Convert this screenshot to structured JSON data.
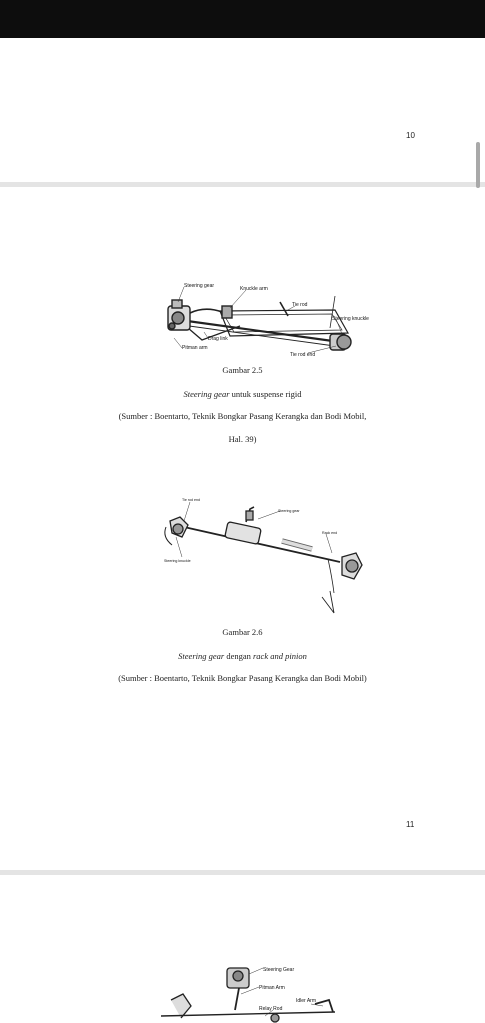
{
  "page1": {
    "page_number": "10"
  },
  "page2": {
    "figure1": {
      "labels": {
        "steering_gear": "Steering gear",
        "knuckle_arm": "Knuckle arm",
        "tie_rod": "Tie rod",
        "steering_knuckle": "Steering knuckle",
        "drag_link": "Drag link",
        "pitman_arm": "Pitman arm",
        "tie_rod_end": "Tie rod end"
      },
      "caption_number": "Gambar 2.5",
      "caption_em": "Steering gear",
      "caption_rest": " untuk suspense rigid",
      "source_line1": "(Sumber : Boentarto, Teknik Bongkar Pasang Kerangka dan Bodi Mobil,",
      "source_line2": "Hal. 39)"
    },
    "figure2": {
      "labels": {
        "tie_rod_end": "Tie rod end",
        "steering_gear": "Steering gear",
        "rack_end": "Rack end",
        "steering_knuckle": "Steering knuckle"
      },
      "caption_number": "Gambar 2.6",
      "caption_em1": "Steering gear",
      "caption_mid": " dengan ",
      "caption_em2": "rack and pinion",
      "source": "(Sumber : Boentarto, Teknik Bongkar Pasang Kerangka dan Bodi Mobil)"
    },
    "page_number": "11"
  },
  "page3": {
    "figure_labels": {
      "steering_gear": "Steering Gear",
      "pitman_arm": "Pitman Arm",
      "idler_arm": "Idler Arm",
      "relay_rod": "Relay Rod"
    }
  }
}
